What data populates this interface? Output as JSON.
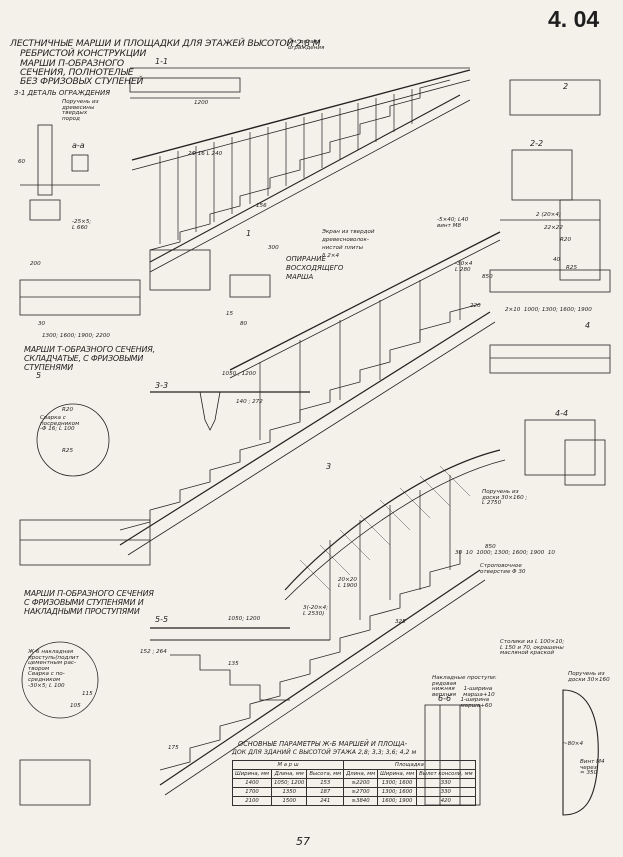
{
  "sheet_number": "4. 04",
  "page_number": "57",
  "titles": {
    "main_line1": "ЛЕСТНИЧНЫЕ МАРШИ И ПЛОЩАДКИ ДЛЯ ЭТАЖЕЙ ВЫСОТОЙ 2,8 м",
    "main_line2": "РЕБРИСТОЙ КОНСТРУКЦИИ",
    "main_line3": "МАРШИ П-ОБРАЗНОГО",
    "main_line4": "СЕЧЕНИЯ, ПОЛНОТЕЛЫЕ",
    "main_line5": "БЕЗ ФРИЗОВЫХ СТУПЕНЕЙ",
    "detail_3_1": "3-1 ДЕТАЛЬ ОГРАЖДЕНИЯ",
    "t_section_line1": "МАРШИ Т-ОБРАЗНОГО СЕЧЕНИЯ,",
    "t_section_line2": "СКЛАДЧАТЫЕ, С ФРИЗОВЫМИ",
    "t_section_line3": "СТУПЕНЯМИ",
    "p_section_line1": "МАРШИ П-ОБРАЗНОГО СЕЧЕНИЯ",
    "p_section_line2": "С ФРИЗОВЫМИ СТУПЕНЯМИ И",
    "p_section_line3": "НАКЛАДНЫМИ ПРОСТУПЯМИ"
  },
  "section_marks": {
    "s11": "1-1",
    "s22": "2-2",
    "s33": "3-3",
    "s44": "4-4",
    "s55": "5-5",
    "s66": "6-6",
    "aa": "а-а",
    "m2": "2",
    "m3": "3",
    "m4": "4",
    "m5": "5",
    "m1": "1"
  },
  "annotations": {
    "handrail_hardwood": "Поручень из\nдревесины\nтвердых\nпород",
    "see_detail": "См. деталь\nограждения",
    "screen_line1": "Экран из твердой",
    "screen_line2": "древесноволок-",
    "screen_line3": "нистой плиты",
    "screen_line4": "δ 2×4",
    "support_line1": "ОПИРАНИЕ",
    "support_line2": "ВОСХОДЯЩЕГО",
    "support_line3": "МАРША",
    "welding_top": "Сварка с\nпосредником\n-Φ 16; L 100",
    "welding_bottom": "Ж-6 накладная\nпроступь(подлит\nцементным рас-\nтвором\nСварка с по-\nсредником\n-30×5; L 100",
    "handrail_board": "Поручень из\nдоски 30×160 ;\nL 2750",
    "mounting_hole": "Строповочное\nотверстие Φ 30",
    "posts": "Столики из L 100×10;\nL 150 и 70, окрашены\nмасляной краской",
    "tread_overlay": "Накладные проступи:\nрядовая\nнижняя     1-ширина\nверхняя    марша+10\n                1-ширина\n                марша+60",
    "handrail_board2": "Поручень из\nдоски 30×160",
    "screw": "Винт М4\nчерез\n≈ 350",
    "bolt": "-5×40; L40\nвинт М8"
  },
  "dimensions": {
    "d1200": "1200",
    "d1300": "1300; 1600; 1900; 2200",
    "d1050": "1050 ; 1200",
    "d1050b": "1050; 1200",
    "d300": "300",
    "d850": "850",
    "d850b": "850",
    "d220": "220",
    "d156": "156",
    "d2x10": "2×10  1000; 1300; 1600; 1900",
    "d2x10b": "30  10  1000; 1300; 1600; 1900  10",
    "d25": "-25×5;\nL 660",
    "d16": "2Φ 16 L 240",
    "d80": "80",
    "d60": "60",
    "d15": "15",
    "d30": "30",
    "d_r20": "R20",
    "d_r25": "R25",
    "d_r20b": "R20",
    "d_r25b": "R25",
    "d2202": "2 (20×4)",
    "d22": "22×22",
    "d1900": "20×20\nL 1900",
    "d320": "3(-20×4;\nL 2530)",
    "d325": "325",
    "d200": "200",
    "d40": "40",
    "d80x4": "~80×4",
    "d1520": "152 ; 264",
    "d140": "140 ; 272",
    "d115": "115",
    "d135": "135",
    "d105": "105",
    "d175": "175",
    "d30x4": "-30×4\nL 280"
  },
  "table": {
    "caption_line1": "ОСНОВНЫЕ ПАРАМЕТРЫ Ж-Б МАРШЕЙ И ПЛОЩА-",
    "caption_line2": "ДОК ДЛЯ ЗДАНИЙ С ВЫСОТОЙ ЭТАЖА 2,8; 3,3; 3,6; 4,2 м",
    "group_march": "М а р ш",
    "group_landing": "Площадка",
    "headers": [
      "Ширина, мм",
      "Длина, мм",
      "Высота, мм",
      "Длина, мм",
      "Ширина, мм",
      "Вылет консоли, мм"
    ],
    "rows": [
      [
        "1400",
        "1050; 1200",
        "153",
        "≥2200",
        "1300; 1600",
        "330"
      ],
      [
        "1700",
        "1350",
        "187",
        "≥2700",
        "1300; 1600",
        "330"
      ],
      [
        "2100",
        "1500",
        "241",
        "≥3840",
        "1600; 1900",
        "420"
      ]
    ]
  }
}
